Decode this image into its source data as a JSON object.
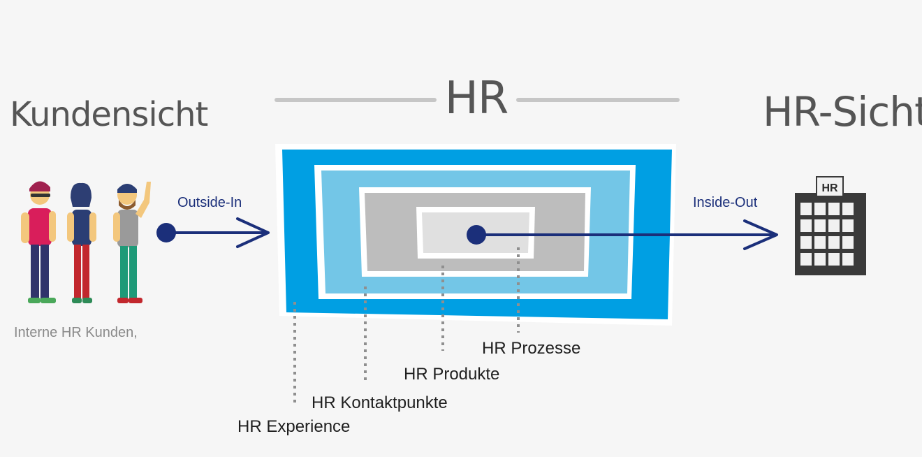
{
  "header": {
    "center_title": "HR"
  },
  "left": {
    "title": "Kundensicht",
    "subtitle": "Interne HR Kunden,"
  },
  "right": {
    "title": "HR-Sicht"
  },
  "arrows": {
    "left_label": "Outside-In",
    "right_label": "Inside-Out"
  },
  "layers": {
    "experience": "HR Experience",
    "kontaktpunkte": "HR Kontaktpunkte",
    "produkte": "HR Produkte",
    "prozesse": "HR Prozesse"
  },
  "building": {
    "sign": "HR"
  },
  "colors": {
    "primary_blue": "#009fe3",
    "light_blue": "#73c6e7",
    "mid_gray": "#bdbdbd",
    "light_gray": "#e0e0e0",
    "navy": "#1b2f7a",
    "text_gray": "#555555"
  }
}
